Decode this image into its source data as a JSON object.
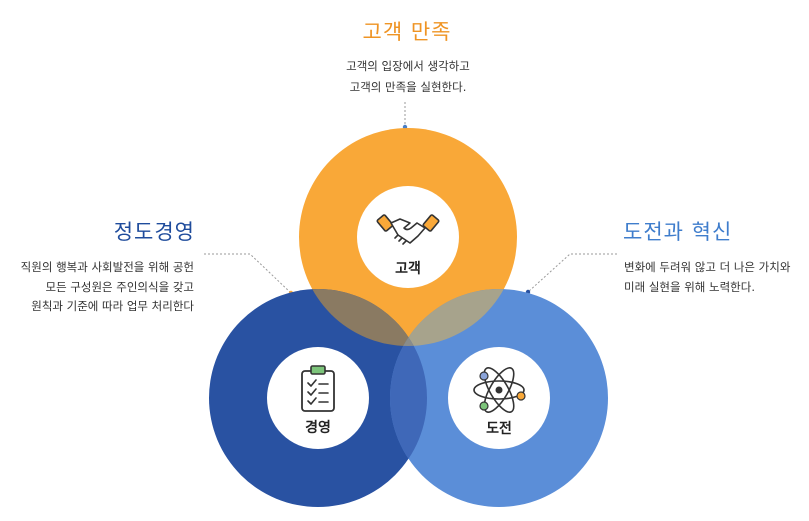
{
  "colors": {
    "customer": "#F9A838",
    "management": "#2952A2",
    "challenge": "#5B8ED8",
    "customer_text": "#EF9424",
    "management_text": "#1F4C9C",
    "challenge_text": "#3F7DCC"
  },
  "customer": {
    "title": "고객 만족",
    "desc_line1": "고객의 입장에서 생각하고",
    "desc_line2": "고객의 만족을 실현한다.",
    "center_label": "고객",
    "icon": "handshake-icon"
  },
  "management": {
    "title": "정도경영",
    "desc_line1": "직원의 행복과 사회발전을 위해 공헌",
    "desc_line2": "모든 구성원은 주인의식을 갖고",
    "desc_line3": "원칙과 기준에 따라 업무 처리한다",
    "center_label": "경영",
    "icon": "clipboard-checklist-icon"
  },
  "challenge": {
    "title": "도전과 혁신",
    "desc_line1": "변화에 두려워 않고 더 나은 가치와",
    "desc_line2": "미래 실현을 위해 노력한다.",
    "center_label": "도전",
    "icon": "atom-icon"
  }
}
